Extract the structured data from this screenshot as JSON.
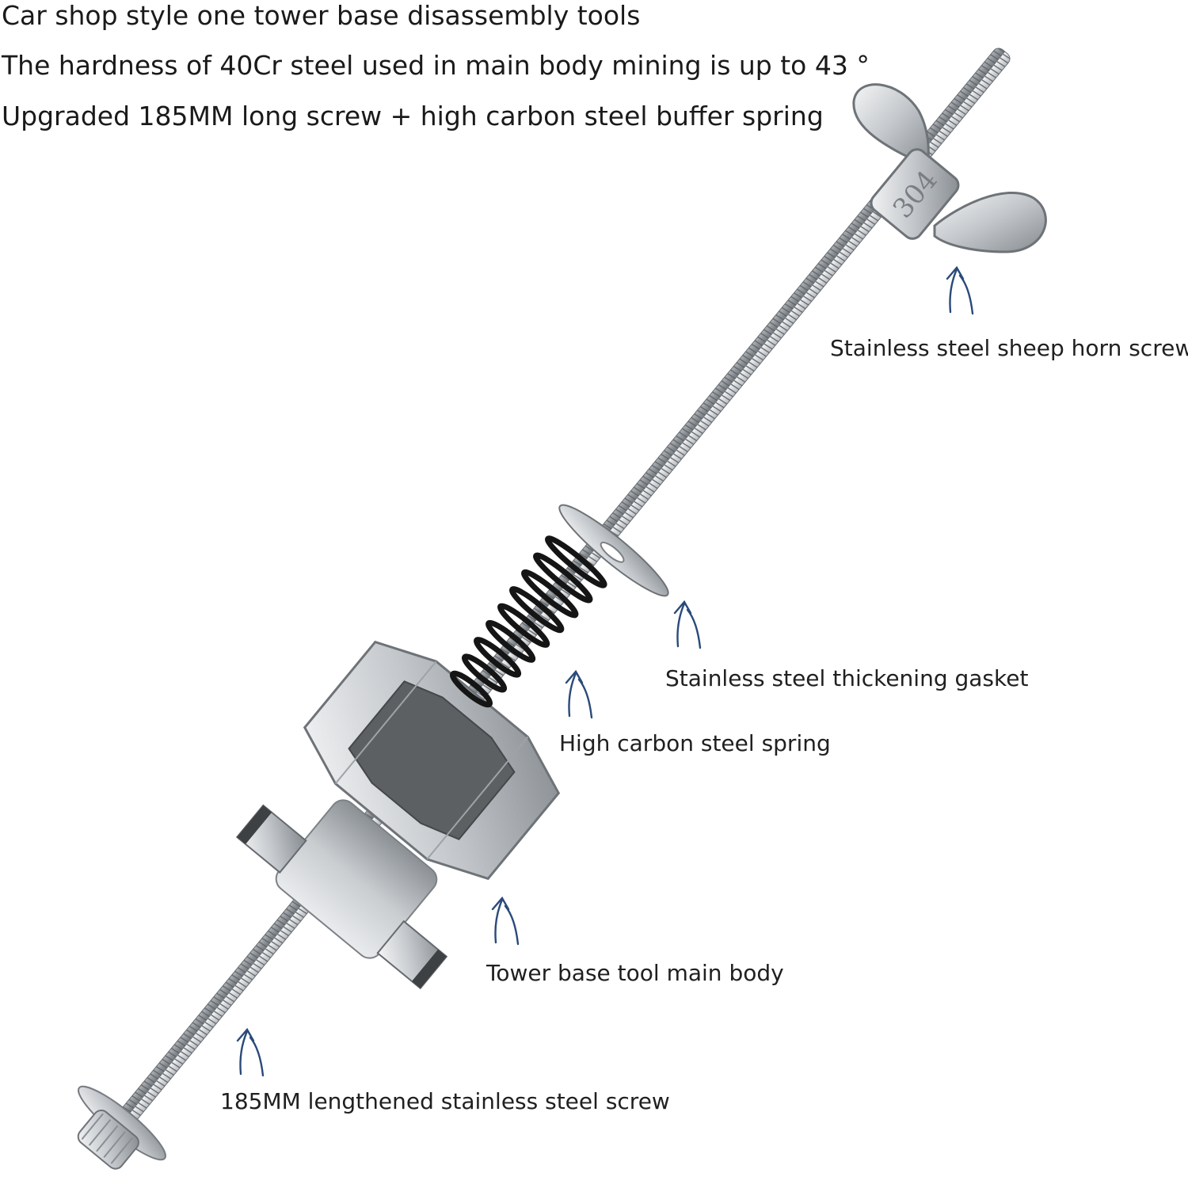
{
  "headlines": {
    "line1": "Car shop style one tower base disassembly tools",
    "line2": "The hardness of 40Cr steel used in main body mining is up to 43 °",
    "line3": "Upgraded 185MM long screw + high carbon steel buffer spring"
  },
  "callouts": {
    "sheep_horn_screw": "Stainless steel sheep horn screw",
    "thickening_gasket": "Stainless steel thickening gasket",
    "spring": "High carbon steel spring",
    "main_body": "Tower base tool main body",
    "long_screw": "185MM lengthened stainless steel screw"
  },
  "nut_marking": "304",
  "colors": {
    "arrow": "#2a4a7a",
    "steel_light": "#e4e6e8",
    "steel_mid": "#b5b9bd",
    "steel_dark": "#6e7378",
    "spring": "#151515"
  },
  "icons": {
    "arrow": "curved-up-arrow-icon"
  }
}
